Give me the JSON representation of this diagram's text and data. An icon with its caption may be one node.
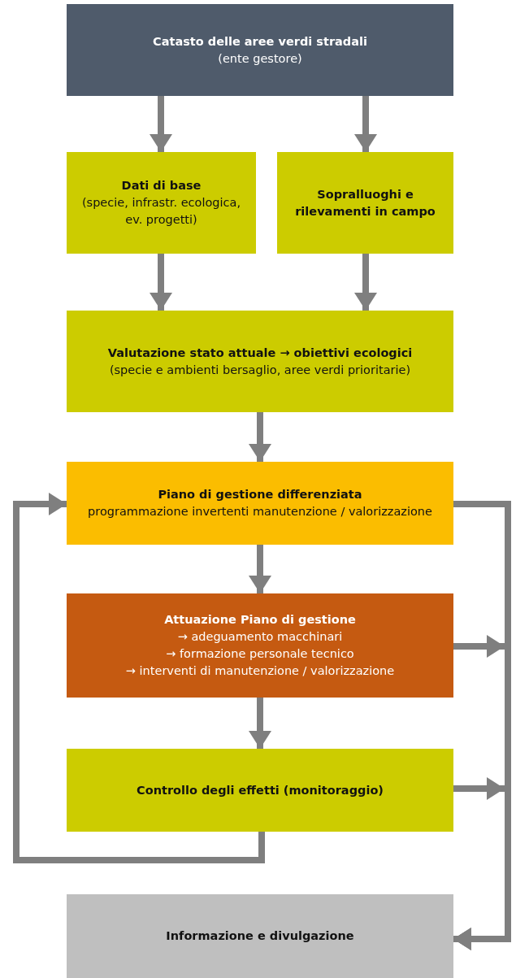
{
  "diagram": {
    "nodes": [
      {
        "text": [
          "Catasto delle aree verdi stradali",
          "(ente gestore)"
        ]
      },
      {
        "text": [
          "Dati di base",
          "(specie, infrastr. ecologica, ev. progetti)"
        ]
      },
      {
        "text": [
          "Sopralluoghi e rilevamenti in campo"
        ]
      },
      {
        "text": [
          "Valutazione stato attuale → obiettivi ecologici",
          "(specie e ambienti bersaglio, aree verdi prioritarie)"
        ]
      },
      {
        "text": [
          "Piano di gestione differenziata",
          "programmazione invertenti manutenzione / valorizzazione"
        ]
      },
      {
        "text": [
          "Attuazione Piano di gestione",
          "→ adeguamento macchinari",
          "→ formazione personale tecnico",
          "→ interventi di manutenzione / valorizzazione"
        ]
      },
      {
        "text": [
          "Controllo degli effetti (monitoraggio)"
        ]
      },
      {
        "text": [
          "Informazione e divulgazione"
        ]
      }
    ],
    "edges": [
      {
        "from": 0,
        "to": 1,
        "arrow": "to"
      },
      {
        "from": 0,
        "to": 2,
        "arrow": "to"
      },
      {
        "from": 1,
        "to": 3,
        "arrow": "to"
      },
      {
        "from": 2,
        "to": 3,
        "arrow": "to"
      },
      {
        "from": 3,
        "to": 4,
        "arrow": "to"
      },
      {
        "from": 4,
        "to": 5,
        "arrow": "to"
      },
      {
        "from": 5,
        "to": 6,
        "arrow": "to"
      },
      {
        "from": 6,
        "to": 4,
        "arrow": "to"
      },
      {
        "from": 4,
        "to": 7,
        "arrow": "to"
      },
      {
        "from": 5,
        "to": 7,
        "arrow": "to"
      },
      {
        "from": 6,
        "to": 7,
        "arrow": "to"
      }
    ]
  }
}
